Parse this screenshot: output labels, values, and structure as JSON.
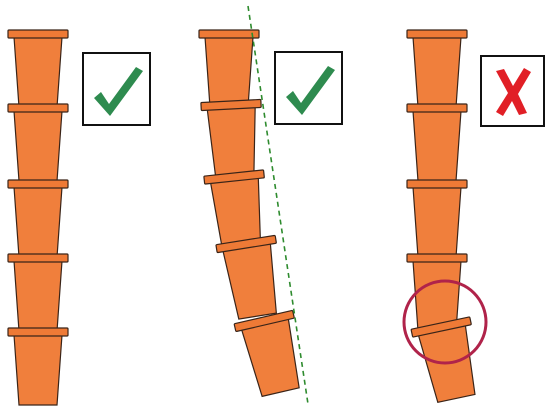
{
  "colors": {
    "pot_fill": "#F07F3C",
    "pot_stroke": "#3a2418",
    "rim_fill": "#EE7A36",
    "checkmark": "#2E8B4F",
    "cross": "#E11F26",
    "box_stroke": "#111111",
    "balance_line": "#2E8B2E",
    "highlight_circle": "#B0234A",
    "background": "#FFFFFF"
  },
  "panels": [
    {
      "id": "straight",
      "pot_count": 5,
      "verdict": "correct",
      "verdict_icon": "checkmark-icon",
      "has_balance_line": false,
      "has_highlight": false
    },
    {
      "id": "leaning",
      "pot_count": 5,
      "verdict": "correct",
      "verdict_icon": "checkmark-icon",
      "has_balance_line": true,
      "has_highlight": false
    },
    {
      "id": "broken",
      "pot_count": 5,
      "verdict": "incorrect",
      "verdict_icon": "cross-icon",
      "has_balance_line": false,
      "has_highlight": true
    }
  ]
}
